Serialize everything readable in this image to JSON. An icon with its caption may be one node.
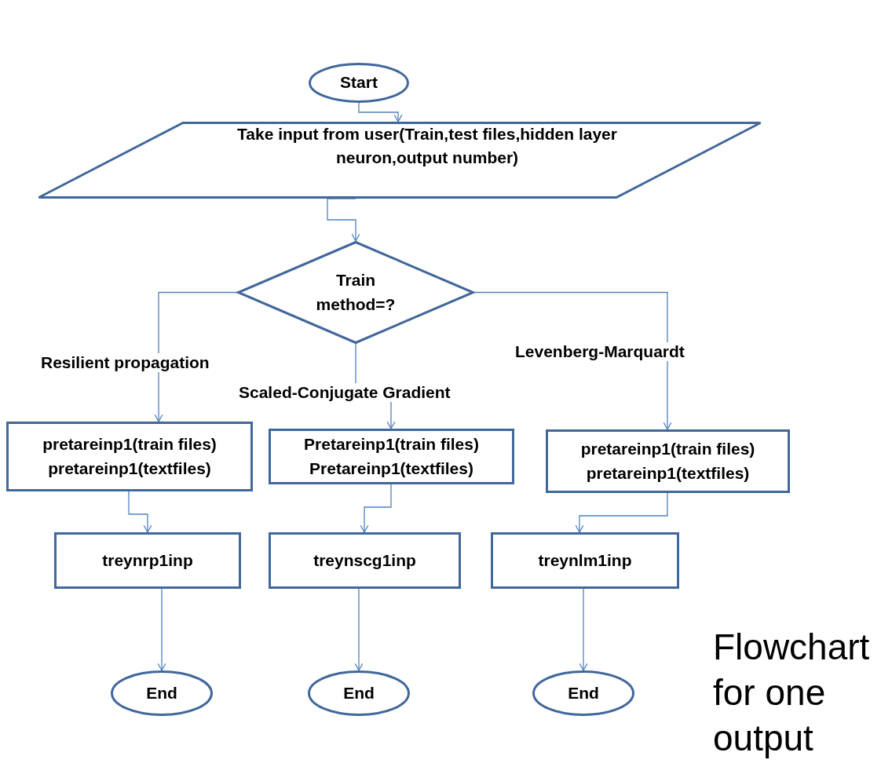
{
  "diagram": {
    "caption": "Flowchart for one output",
    "nodes": [
      {
        "text": [
          "Start"
        ]
      },
      {
        "text": [
          "Take input from user(Train,test files,hidden layer neuron,output number)"
        ]
      },
      {
        "text": [
          "Train method=?"
        ]
      },
      {
        "text": [
          "pretareinp1(train files) pretareinp1(textfiles)"
        ]
      },
      {
        "text": [
          "Pretareinp1(train files) Pretareinp1(textfiles)"
        ]
      },
      {
        "text": [
          "pretareinp1(train files) pretareinp1(textfiles)"
        ]
      },
      {
        "text": [
          "treynrp1inp"
        ]
      },
      {
        "text": [
          "treynscg1inp"
        ]
      },
      {
        "text": [
          "treynlm1inp"
        ]
      },
      {
        "text": [
          "End"
        ]
      },
      {
        "text": [
          "End"
        ]
      },
      {
        "text": [
          "End"
        ]
      }
    ],
    "edges": [
      {
        "from": 0,
        "to": 1,
        "arrow": "to"
      },
      {
        "from": 1,
        "to": 2,
        "arrow": "to"
      },
      {
        "from": 2,
        "to": 3,
        "arrow": "to",
        "label": "Resilient propagation"
      },
      {
        "from": 2,
        "to": 4,
        "arrow": "to",
        "label": "Scaled-Conjugate Gradient"
      },
      {
        "from": 2,
        "to": 5,
        "arrow": "to",
        "label": "Levenberg-Marquardt"
      },
      {
        "from": 3,
        "to": 6,
        "arrow": "to"
      },
      {
        "from": 4,
        "to": 7,
        "arrow": "to"
      },
      {
        "from": 5,
        "to": 8,
        "arrow": "to"
      },
      {
        "from": 6,
        "to": 9,
        "arrow": "to"
      },
      {
        "from": 7,
        "to": 10,
        "arrow": "to"
      },
      {
        "from": 8,
        "to": 11,
        "arrow": "to"
      }
    ]
  }
}
